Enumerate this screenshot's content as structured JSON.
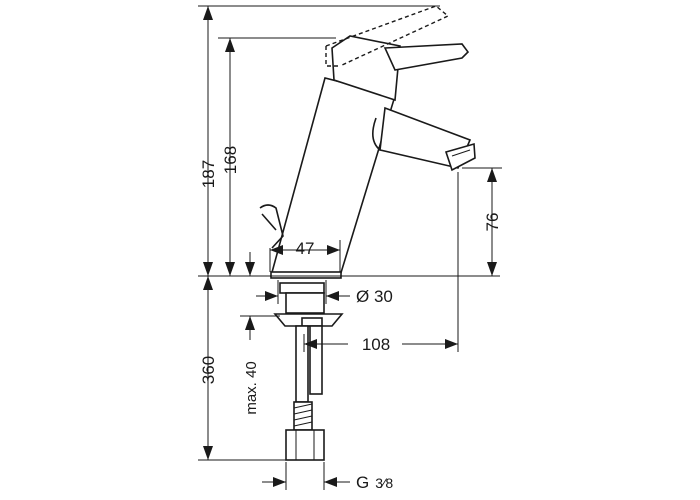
{
  "dimensions": {
    "total_height": "187",
    "spout_height": "168",
    "outlet_height": "76",
    "base_width": "47",
    "shank_diameter": "Ø 30",
    "reach": "108",
    "hose_length": "360",
    "max_thickness": "max. 40",
    "connection": "G",
    "connection_fraction": "3⁄8"
  }
}
